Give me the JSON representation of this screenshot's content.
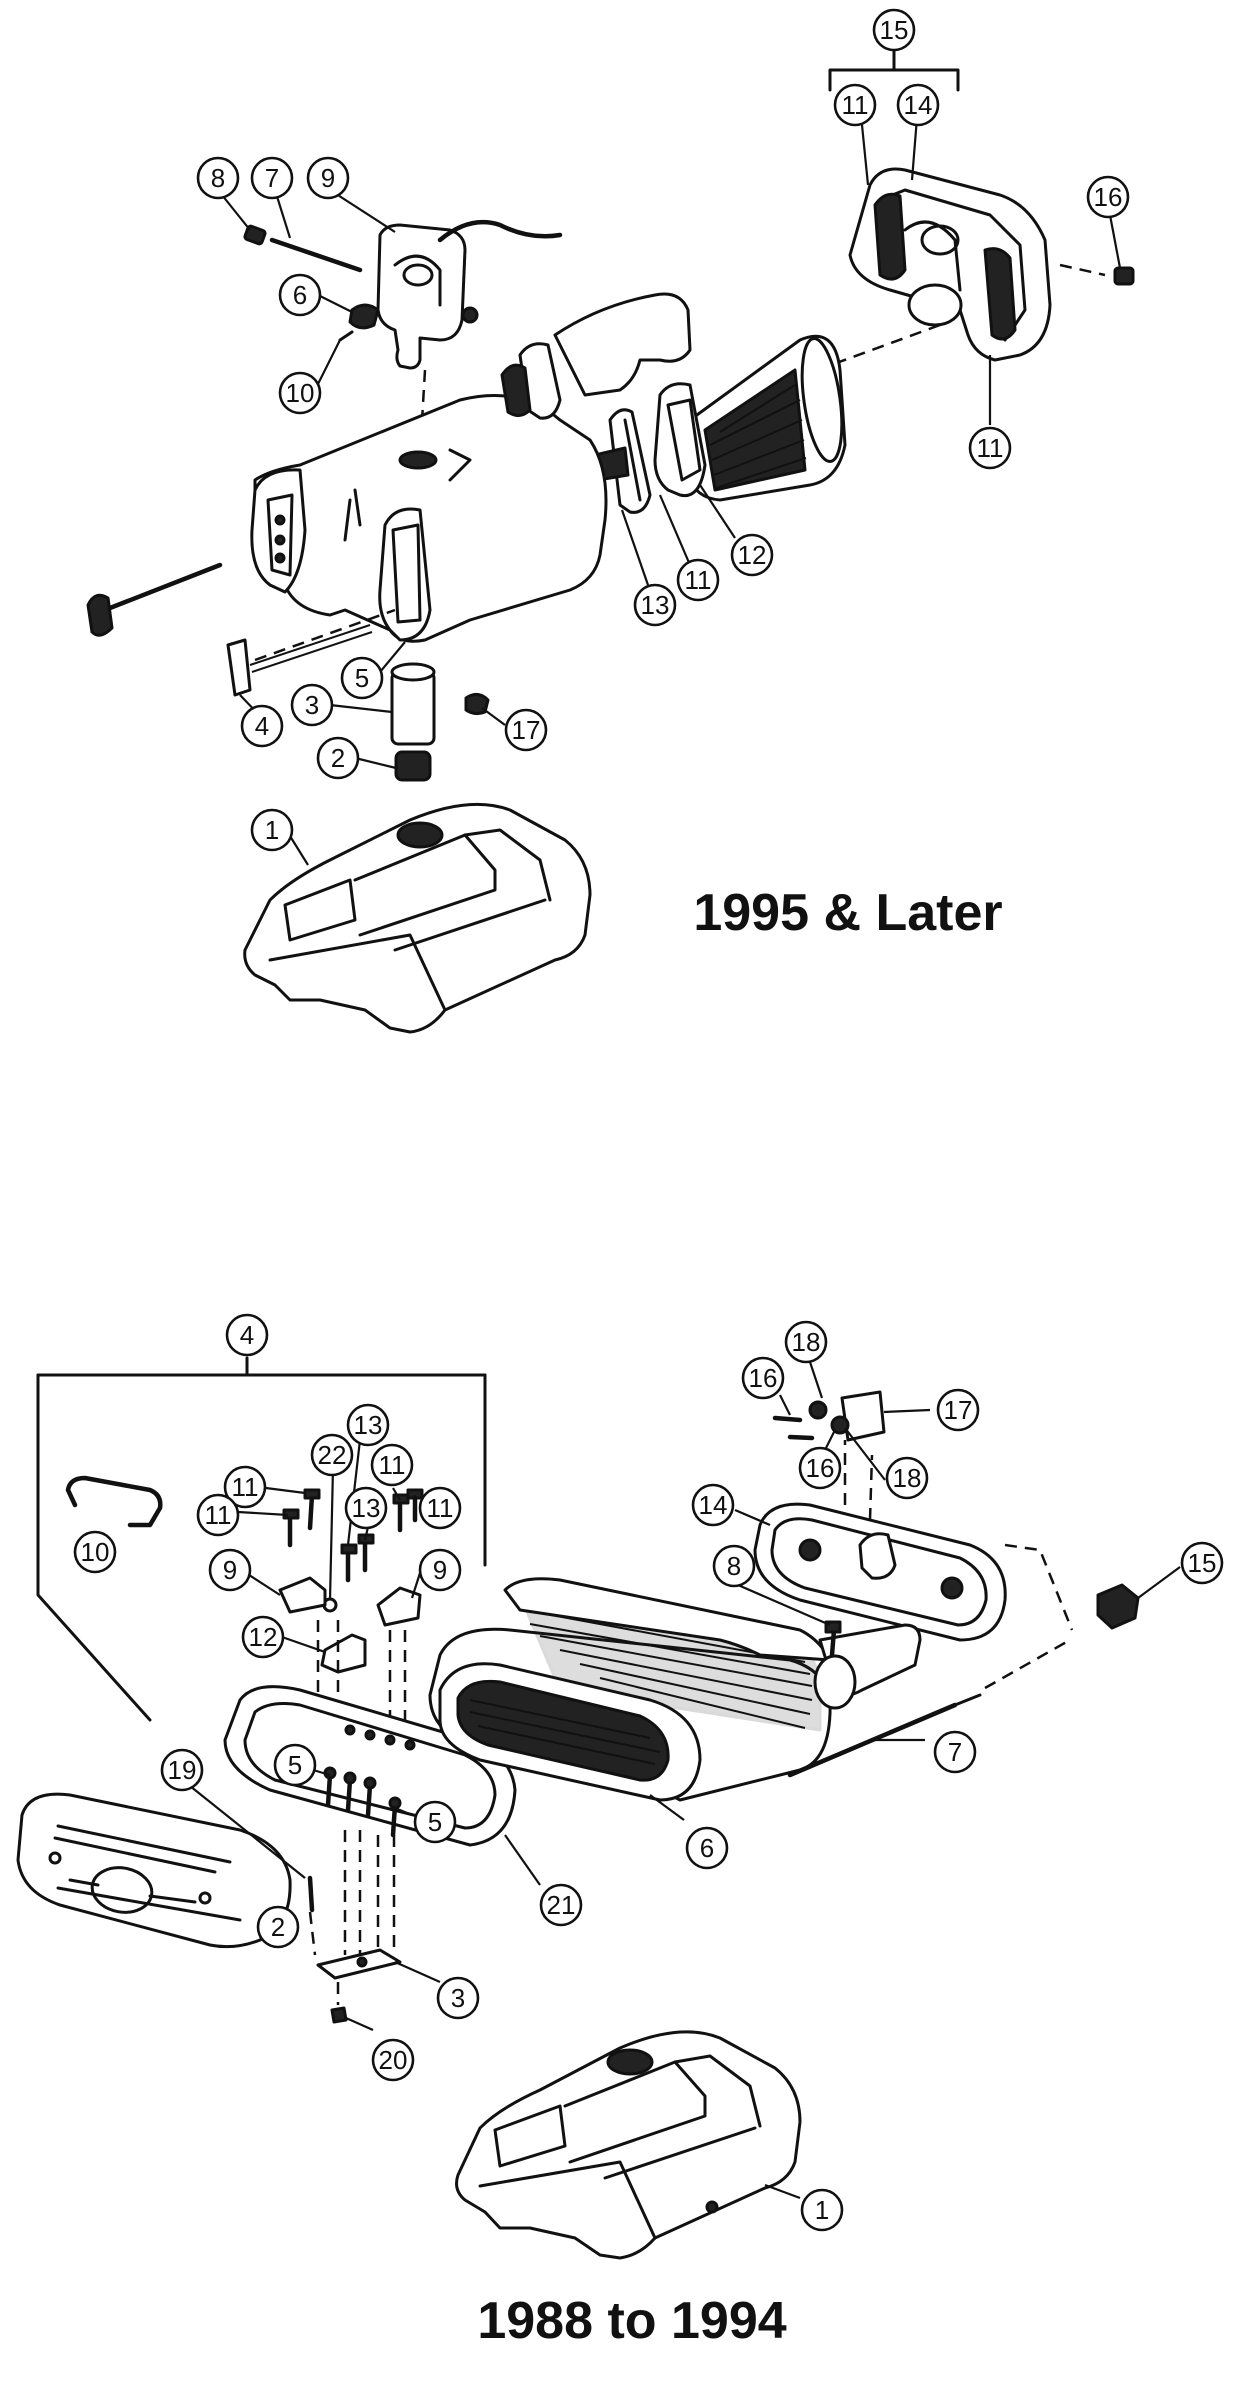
{
  "sections": [
    {
      "title": "1995 & Later",
      "callouts": [
        "15",
        "11",
        "14",
        "16",
        "11",
        "8",
        "7",
        "9",
        "6",
        "10",
        "13",
        "11",
        "12",
        "5",
        "4",
        "3",
        "17",
        "2",
        "1"
      ]
    },
    {
      "title": "1988 to 1994",
      "callouts": [
        "4",
        "18",
        "16",
        "17",
        "16",
        "18",
        "14",
        "15",
        "8",
        "13",
        "22",
        "11",
        "11",
        "11",
        "13",
        "11",
        "10",
        "9",
        "9",
        "12",
        "7",
        "19",
        "5",
        "5",
        "6",
        "21",
        "2",
        "3",
        "20",
        "1"
      ]
    }
  ]
}
